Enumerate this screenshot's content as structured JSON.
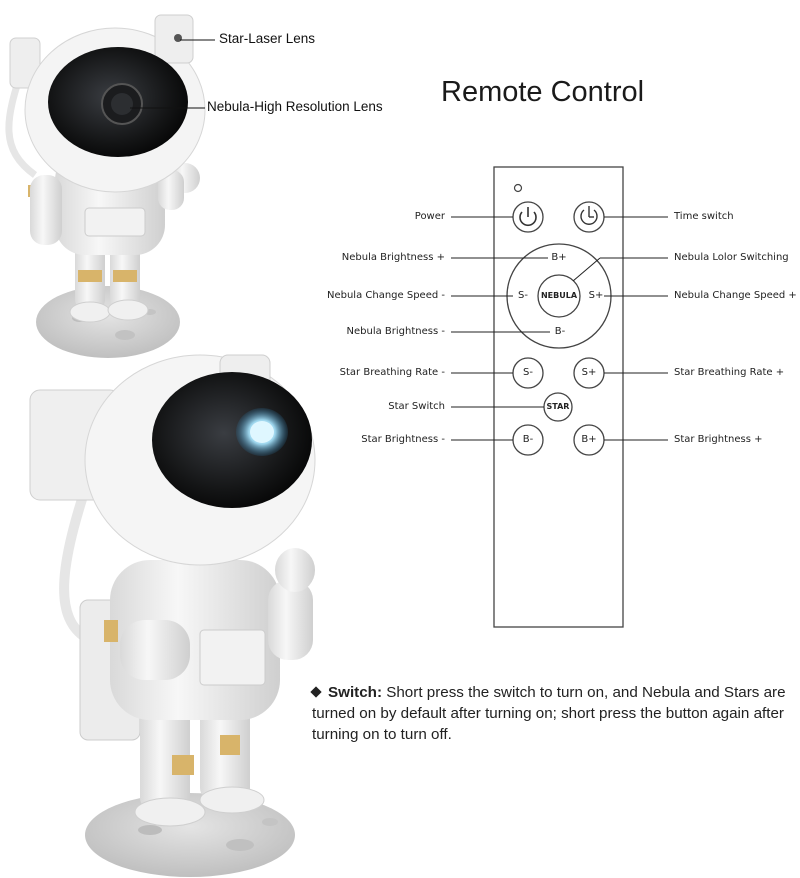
{
  "title": "Remote Control",
  "lens_callouts": {
    "star_laser": "Star-Laser Lens",
    "nebula_lens": "Nebula-High Resolution Lens"
  },
  "remote": {
    "left_labels": {
      "power": "Power",
      "nebula_brightness_plus": "Nebula Brightness +",
      "nebula_change_speed_minus": "Nebula Change Speed -",
      "nebula_brightness_minus": "Nebula Brightness -",
      "star_breathing_minus": "Star Breathing Rate -",
      "star_switch": "Star Switch",
      "star_brightness_minus": "Star Brightness -"
    },
    "right_labels": {
      "time_switch": "Time switch",
      "nebula_color_switching": "Nebula Lolor Switching",
      "nebula_change_speed_plus": "Nebula Change Speed +",
      "star_breathing_plus": "Star Breathing Rate +",
      "star_brightness_plus": "Star Brightness +"
    },
    "buttons": {
      "b_plus": "B+",
      "s_minus": "S-",
      "nebula": "NEBULA",
      "s_plus": "S+",
      "b_minus": "B-",
      "star_s_minus": "S-",
      "star_s_plus": "S+",
      "star": "STAR",
      "star_b_minus": "B-",
      "star_b_plus": "B+"
    }
  },
  "switch_note": {
    "label": "Switch:",
    "text": " Short press the switch to turn on, and Nebula and Stars are turned on by default after turning on; short press the button again after turning on to turn off."
  }
}
